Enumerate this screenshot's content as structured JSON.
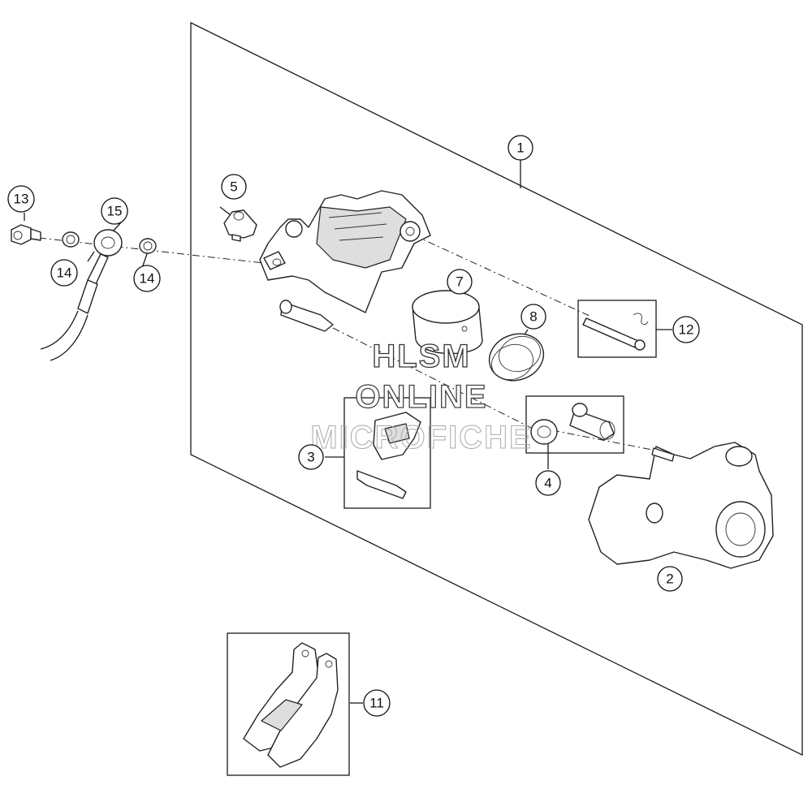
{
  "callouts": [
    {
      "id": "1",
      "label": "1"
    },
    {
      "id": "2",
      "label": "2"
    },
    {
      "id": "3",
      "label": "3"
    },
    {
      "id": "4",
      "label": "4"
    },
    {
      "id": "5",
      "label": "5"
    },
    {
      "id": "7",
      "label": "7"
    },
    {
      "id": "8",
      "label": "8"
    },
    {
      "id": "11",
      "label": "11"
    },
    {
      "id": "12",
      "label": "12"
    },
    {
      "id": "13",
      "label": "13"
    },
    {
      "id": "14a",
      "label": "14"
    },
    {
      "id": "14b",
      "label": "14"
    },
    {
      "id": "15",
      "label": "15"
    }
  ],
  "watermark": {
    "line1": "HLSM",
    "line2": "ONLINE",
    "line3": "MICROFICHE"
  },
  "colors": {
    "stroke": "#1a1a1a",
    "part_fill": "#ffffff",
    "shade": "#dedede",
    "watermark": "#999999"
  }
}
